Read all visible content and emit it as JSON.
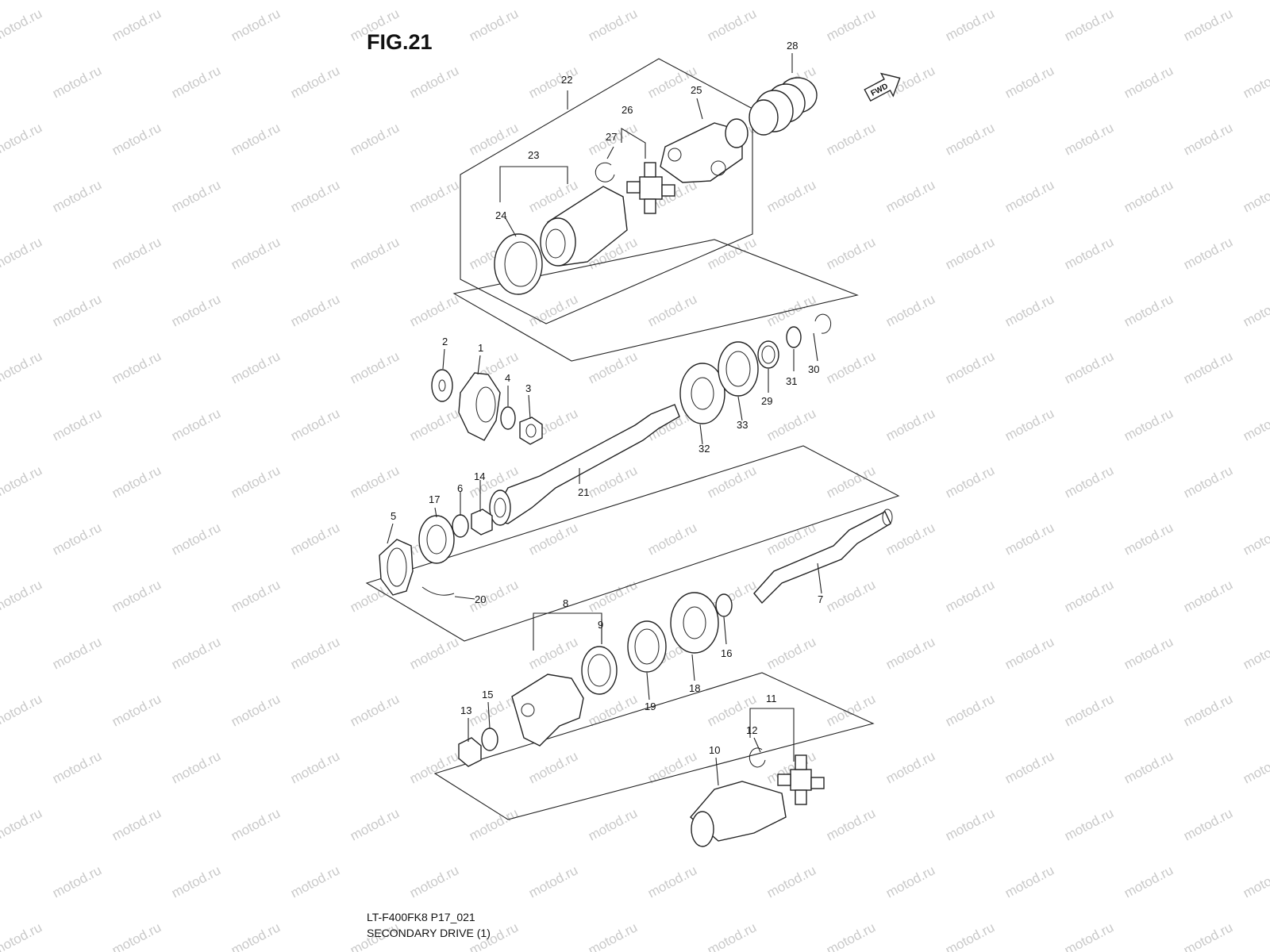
{
  "figure_title": "FIG.21",
  "diagram_code": "LT-F400FK8 P17_021",
  "diagram_name": "SECONDARY DRIVE (1)",
  "watermark_text": "motod.ru",
  "fwd_label": "FWD",
  "part_numbers": [
    "1",
    "2",
    "3",
    "4",
    "5",
    "6",
    "7",
    "8",
    "9",
    "10",
    "11",
    "12",
    "13",
    "14",
    "15",
    "16",
    "17",
    "18",
    "19",
    "20",
    "21",
    "22",
    "23",
    "24",
    "25",
    "26",
    "27",
    "28",
    "29",
    "30",
    "31",
    "32",
    "33"
  ],
  "colors": {
    "line": "#222222",
    "watermark": "#c9c9c9",
    "background": "#ffffff"
  }
}
